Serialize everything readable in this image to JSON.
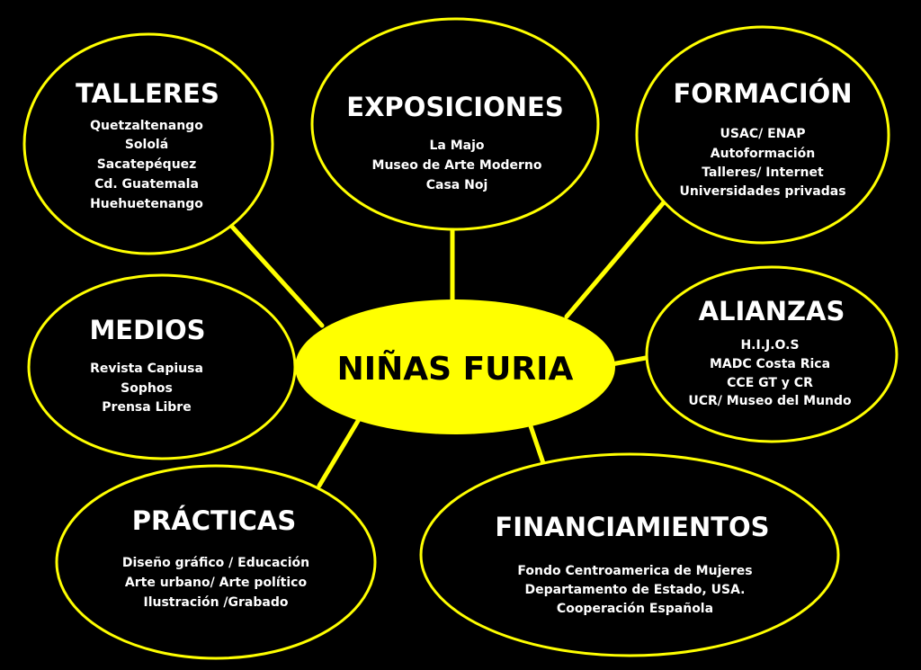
{
  "colors": {
    "background": "#000000",
    "accent": "#ffff00",
    "text": "#ffffff"
  },
  "center": {
    "title": "NIÑAS FURIA"
  },
  "nodes": {
    "talleres": {
      "title": "TALLERES",
      "items": [
        "Quetzaltenango",
        "Sololá",
        "Sacatepéquez",
        "Cd. Guatemala",
        "Huehuetenango"
      ]
    },
    "exposiciones": {
      "title": "EXPOSICIONES",
      "items": [
        "La Majo",
        "Museo de Arte Moderno",
        "Casa Noj"
      ]
    },
    "formacion": {
      "title": "FORMACIÓN",
      "items": [
        "USAC/ ENAP",
        "Autoformación",
        "Talleres/ Internet",
        "Universidades privadas"
      ]
    },
    "medios": {
      "title": "MEDIOS",
      "items": [
        "Revista Capiusa",
        "Sophos",
        "Prensa Libre"
      ]
    },
    "alianzas": {
      "title": "ALIANZAS",
      "items": [
        "H.I.J.O.S",
        "MADC Costa Rica",
        "CCE GT y CR",
        "UCR/ Museo del Mundo"
      ]
    },
    "practicas": {
      "title": "PRÁCTICAS",
      "items": [
        "Diseño gráfico / Educación",
        "Arte urbano/ Arte político",
        "Ilustración /Grabado"
      ]
    },
    "financiamientos": {
      "title": "FINANCIAMIENTOS",
      "items": [
        "Fondo Centroamerica de Mujeres",
        "Departamento de Estado, USA.",
        "Cooperación Española"
      ]
    }
  }
}
